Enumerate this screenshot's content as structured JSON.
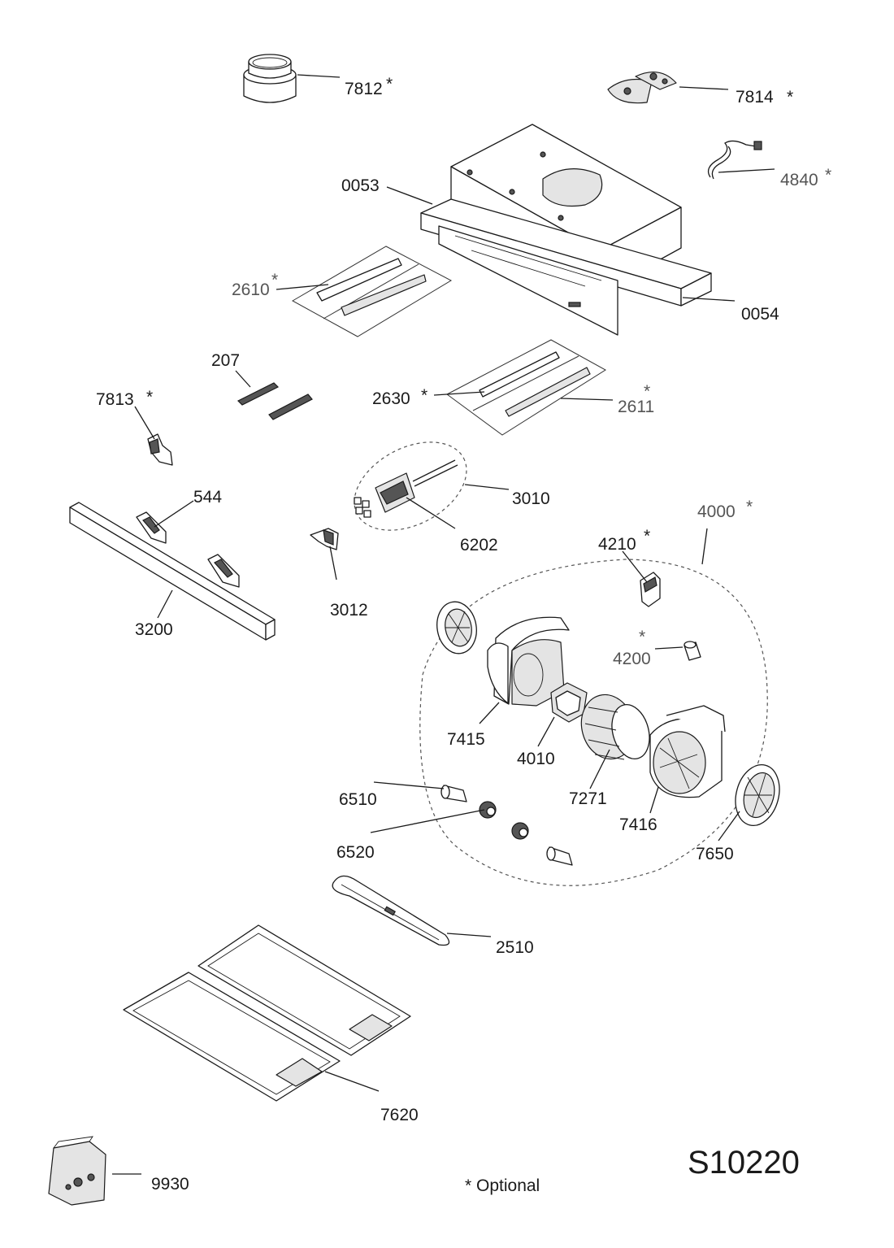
{
  "callouts": [
    {
      "id": "7812",
      "text": "7812",
      "optional": true
    },
    {
      "id": "7814",
      "text": "7814",
      "optional": true
    },
    {
      "id": "4840",
      "text": "4840",
      "optional": true
    },
    {
      "id": "0053",
      "text": "0053",
      "optional": false
    },
    {
      "id": "2610",
      "text": "2610",
      "optional": true
    },
    {
      "id": "0054",
      "text": "0054",
      "optional": false
    },
    {
      "id": "207",
      "text": "207",
      "optional": false
    },
    {
      "id": "7813",
      "text": "7813",
      "optional": true
    },
    {
      "id": "2630",
      "text": "2630",
      "optional": true
    },
    {
      "id": "2611",
      "text": "2611",
      "optional": true
    },
    {
      "id": "544",
      "text": "544",
      "optional": false
    },
    {
      "id": "3010",
      "text": "3010",
      "optional": false
    },
    {
      "id": "4000",
      "text": "4000",
      "optional": true
    },
    {
      "id": "6202",
      "text": "6202",
      "optional": false
    },
    {
      "id": "4210",
      "text": "4210",
      "optional": true
    },
    {
      "id": "3200",
      "text": "3200",
      "optional": false
    },
    {
      "id": "3012",
      "text": "3012",
      "optional": false
    },
    {
      "id": "4200",
      "text": "4200",
      "optional": true
    },
    {
      "id": "7415",
      "text": "7415",
      "optional": false
    },
    {
      "id": "4010",
      "text": "4010",
      "optional": false
    },
    {
      "id": "7271",
      "text": "7271",
      "optional": false
    },
    {
      "id": "6510",
      "text": "6510",
      "optional": false
    },
    {
      "id": "7416",
      "text": "7416",
      "optional": false
    },
    {
      "id": "6520",
      "text": "6520",
      "optional": false
    },
    {
      "id": "7650",
      "text": "7650",
      "optional": false
    },
    {
      "id": "2510",
      "text": "2510",
      "optional": false
    },
    {
      "id": "7620",
      "text": "7620",
      "optional": false
    },
    {
      "id": "9930",
      "text": "9930",
      "optional": false
    }
  ],
  "optional_marker": "*",
  "footer": {
    "note": "* Optional",
    "drawing_code": "S10220"
  }
}
